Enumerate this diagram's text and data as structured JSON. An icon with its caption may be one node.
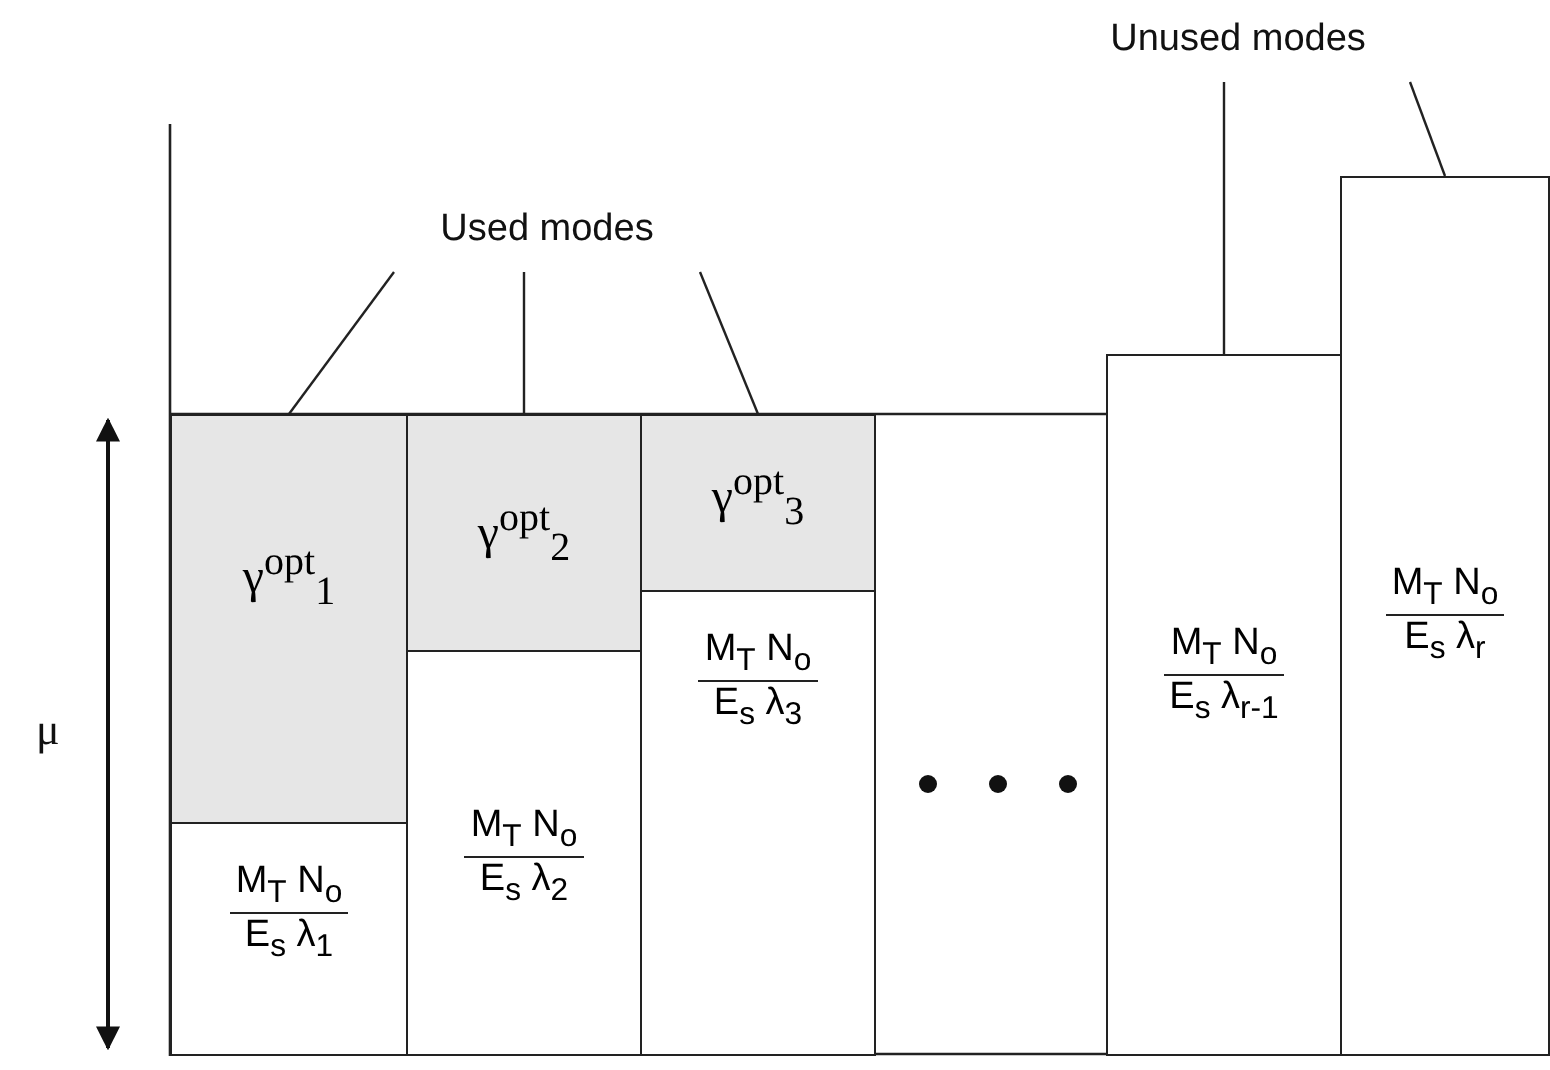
{
  "diagram": {
    "nodes": [
      {
        "text": [
          "Used modes"
        ]
      },
      {
        "text": [
          "Unused modes"
        ]
      },
      {
        "text": [
          "γ$^{opt}$$_{1}$"
        ]
      },
      {
        "text": [
          "M$_{T}$ N$_{o}$",
          "E$_{s}$ λ$_{1}$"
        ]
      },
      {
        "text": [
          "γ$^{opt}$$_{2}$"
        ]
      },
      {
        "text": [
          "M$_{T}$ N$_{o}$",
          "E$_{s}$ λ$_{2}$"
        ]
      },
      {
        "text": [
          "γ$^{opt}$$_{3}$"
        ]
      },
      {
        "text": [
          "M$_{T}$ N$_{o}$",
          "E$_{s}$ λ$_{3}$"
        ]
      },
      {
        "text": [
          "M$_{T}$ N$_{o}$",
          "E$_{s}$ λ$_{r-1}$"
        ]
      },
      {
        "text": [
          "M$_{T}$ N$_{o}$",
          "E$_{s}$ λ$_{r}$"
        ]
      }
    ],
    "edges": [
      {
        "from": 0,
        "to": 2,
        "arrow": "none"
      },
      {
        "from": 0,
        "to": 4,
        "arrow": "none"
      },
      {
        "from": 0,
        "to": 6,
        "arrow": "none"
      },
      {
        "from": 1,
        "to": 8,
        "arrow": "none"
      },
      {
        "from": 1,
        "to": 9,
        "arrow": "none"
      }
    ],
    "labels": [
      "μ"
    ]
  }
}
